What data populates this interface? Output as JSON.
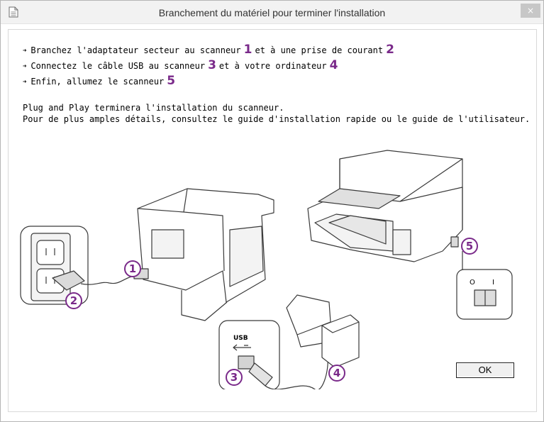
{
  "window": {
    "title": "Branchement du matériel pour terminer l'installation",
    "close_symbol": "×"
  },
  "instructions": [
    {
      "arrow": "➜",
      "parts": [
        "Branchez l'adaptateur secteur au scanneur ",
        "1",
        " et à une prise de courant ",
        "2"
      ]
    },
    {
      "arrow": "➜",
      "parts": [
        "Connectez le câble USB au scanneur ",
        "3",
        " et à votre ordinateur ",
        "4"
      ]
    },
    {
      "arrow": "➜",
      "parts": [
        "Enfin, allumez le scanneur ",
        "5"
      ]
    }
  ],
  "info": {
    "line1": "Plug and Play terminera l'installation du scanneur.",
    "line2": "Pour de plus amples détails, consultez le guide d'installation rapide ou le guide de l'utilisateur."
  },
  "illustration": {
    "usb_label": "USB",
    "switch_off": "O",
    "switch_on": "I",
    "callouts": [
      "1",
      "2",
      "3",
      "4",
      "5"
    ],
    "callout_color": "#7a2a8a"
  },
  "buttons": {
    "ok_label": "OK"
  }
}
